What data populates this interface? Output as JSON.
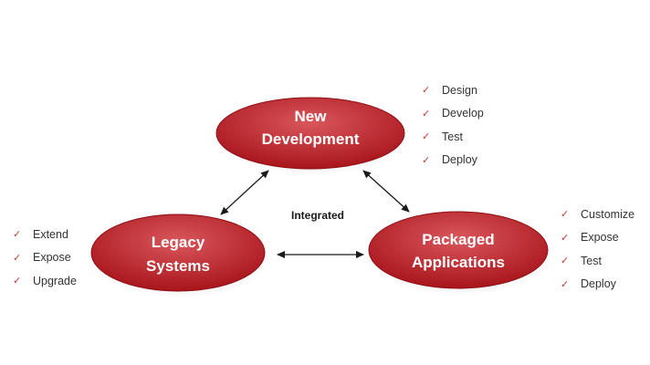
{
  "colors": {
    "node_fill_light": "#d9575c",
    "node_fill_dark": "#a8151b",
    "check_mark": "#c0392b",
    "arrow": "#1a1a1a"
  },
  "check_icon": "check-mark-icon",
  "center_label": "Integrated",
  "nodes": {
    "new_development": {
      "line1": "New",
      "line2": "Development",
      "items": [
        "Design",
        "Develop",
        "Test",
        "Deploy"
      ]
    },
    "legacy_systems": {
      "line1": "Legacy",
      "line2": "Systems",
      "items": [
        "Extend",
        "Expose",
        "Upgrade"
      ]
    },
    "packaged_applications": {
      "line1": "Packaged",
      "line2": "Applications",
      "items": [
        "Customize",
        "Expose",
        "Test",
        "Deploy"
      ]
    }
  }
}
